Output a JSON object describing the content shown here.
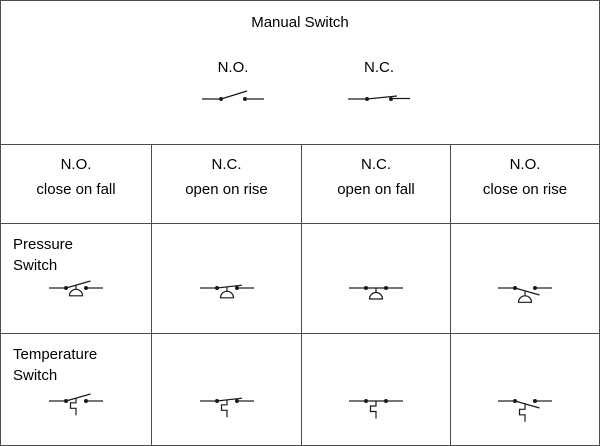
{
  "colors": {
    "background": "#ffffff",
    "border": "#4d4d4d",
    "text": "#000000",
    "symbol-stroke": "#1a1a1a"
  },
  "manual_section": {
    "title": "Manual Switch",
    "variants": [
      {
        "label": "N.O.",
        "icon": "manual-switch-no-icon"
      },
      {
        "label": "N.C.",
        "icon": "manual-switch-nc-icon"
      }
    ]
  },
  "table": {
    "column_headers": [
      {
        "line1": "N.O.",
        "line2": "close on fall"
      },
      {
        "line1": "N.C.",
        "line2": "open on rise"
      },
      {
        "line1": "N.C.",
        "line2": "open on fall"
      },
      {
        "line1": "N.O.",
        "line2": "close on rise"
      }
    ],
    "rows": [
      {
        "label_lines": [
          "Pressure",
          "Switch"
        ],
        "cells": [
          {
            "icon": "pressure-switch-no-close-on-fall-icon"
          },
          {
            "icon": "pressure-switch-nc-open-on-rise-icon"
          },
          {
            "icon": "pressure-switch-nc-open-on-fall-icon"
          },
          {
            "icon": "pressure-switch-no-close-on-rise-icon"
          }
        ]
      },
      {
        "label_lines": [
          "Temperature",
          "Switch"
        ],
        "cells": [
          {
            "icon": "temperature-switch-no-close-on-fall-icon"
          },
          {
            "icon": "temperature-switch-nc-open-on-rise-icon"
          },
          {
            "icon": "temperature-switch-nc-open-on-fall-icon"
          },
          {
            "icon": "temperature-switch-no-close-on-rise-icon"
          }
        ]
      }
    ]
  }
}
